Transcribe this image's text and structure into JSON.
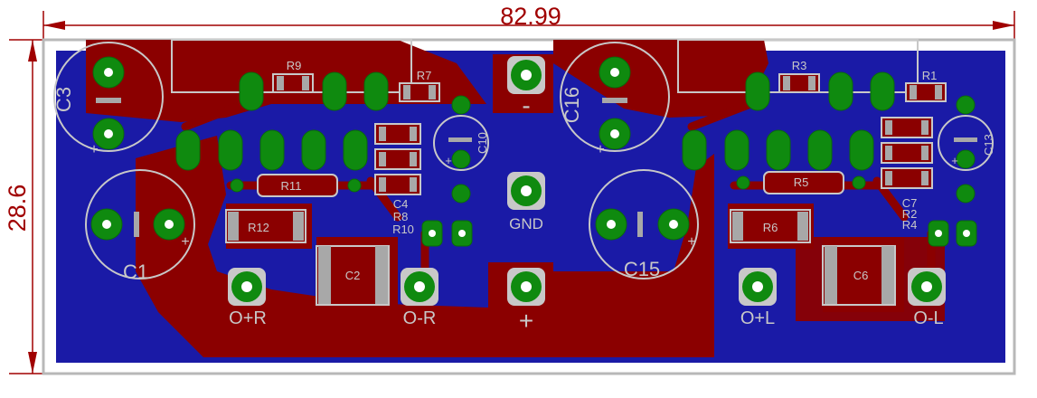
{
  "dimensions": {
    "width_label": "82.99",
    "height_label": "28.6"
  },
  "colors": {
    "board_outline": "#b8b8b8",
    "ground_plane": "#1a1aa6",
    "copper_top": "#8b0000",
    "pad": "#0f8a0f",
    "silkscreen": "#c8c8c8",
    "dimension": "#a00000"
  },
  "labels": {
    "c3": "C3",
    "c16": "C16",
    "c1": "C1",
    "c15": "C15",
    "c2": "C2",
    "c6": "C6",
    "c10": "C10",
    "c13": "C13",
    "r9": "R9",
    "r7": "R7",
    "r3": "R3",
    "r1": "R1",
    "r11": "R11",
    "r5": "R5",
    "r12": "R12",
    "r6": "R6",
    "c4": "C4",
    "r8": "R8",
    "r10": "R10",
    "c7": "C7",
    "r2": "R2",
    "r4": "R4",
    "gnd": "GND",
    "minus": "-",
    "plus": "+",
    "plus_c1": "+",
    "plus_c15": "+",
    "plus_c3": "+",
    "plus_c16": "+",
    "plus_c10": "+",
    "plus_c13": "+",
    "o_plus_r": "O+R",
    "o_minus_r": "O-R",
    "o_plus_l": "O+L",
    "o_minus_l": "O-L"
  }
}
